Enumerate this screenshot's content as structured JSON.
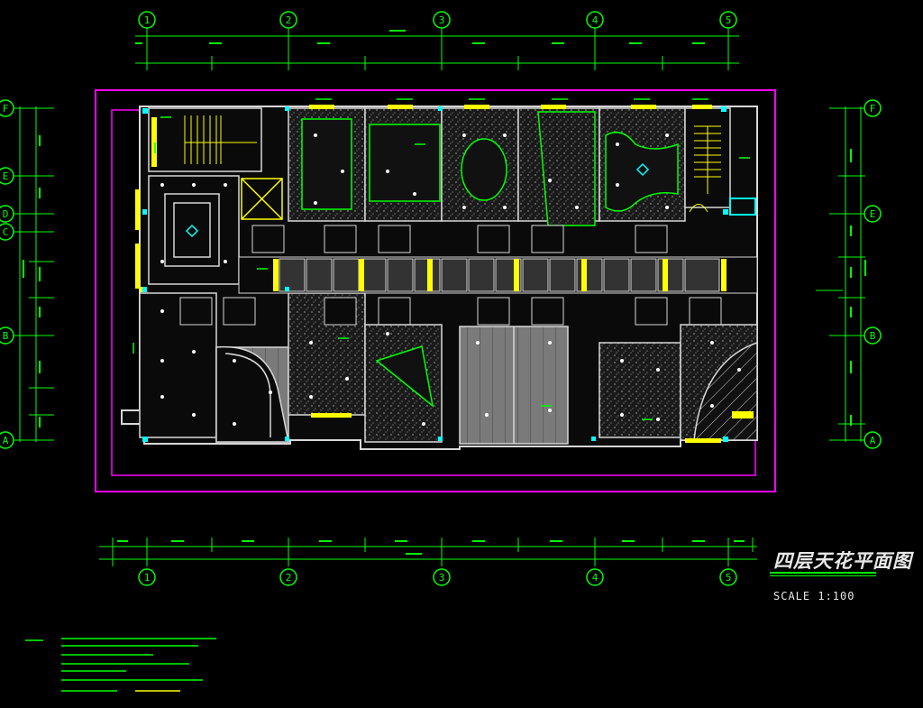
{
  "drawing": {
    "title": "四层天花平面图",
    "scale": "SCALE 1:100",
    "grid_columns": [
      "1",
      "2",
      "3",
      "4",
      "5"
    ],
    "grid_rows_left": [
      "F",
      "E",
      "D",
      "C",
      "B",
      "A"
    ],
    "grid_rows_right": [
      "F",
      "E",
      "B",
      "A"
    ]
  },
  "colors": {
    "background": "#000000",
    "line": "#00ff00",
    "wall": "#d8d8d8",
    "accent": "#ffff00",
    "boundary": "#ff00ff",
    "fixture": "#00ffff",
    "hatch": "#808080"
  },
  "icons": {
    "axis_bubble": "circle-grid-marker",
    "fixture": "ceiling-light-dot"
  }
}
